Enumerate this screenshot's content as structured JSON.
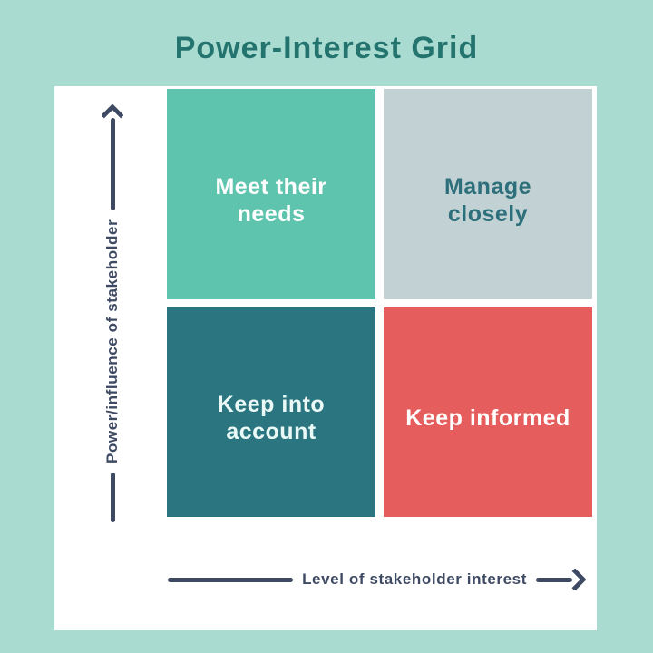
{
  "title": "Power-Interest Grid",
  "y_axis": {
    "label": "Power/influence of stakeholder"
  },
  "x_axis": {
    "label": "Level of stakeholder interest"
  },
  "quadrants": {
    "top_left": {
      "line1": "Meet their",
      "line2": "needs"
    },
    "top_right": {
      "line1": "Manage",
      "line2": "closely"
    },
    "bottom_left": {
      "line1": "Keep into",
      "line2": "account"
    },
    "bottom_right": {
      "line1": "Keep informed",
      "line2": ""
    }
  },
  "colors": {
    "background": "#a9dbd1",
    "card": "#ffffff",
    "title_text": "#23736e",
    "axis": "#3e4a63",
    "quadrant_top_left_bg": "#5fc4ae",
    "quadrant_top_left_text": "#ffffff",
    "quadrant_top_right_bg": "#c2d2d4",
    "quadrant_top_right_text": "#2d6f7a",
    "quadrant_bottom_left_bg": "#2b7580",
    "quadrant_bottom_left_text": "#eaf9f6",
    "quadrant_bottom_right_bg": "#e55d5c",
    "quadrant_bottom_right_text": "#ffffff"
  }
}
